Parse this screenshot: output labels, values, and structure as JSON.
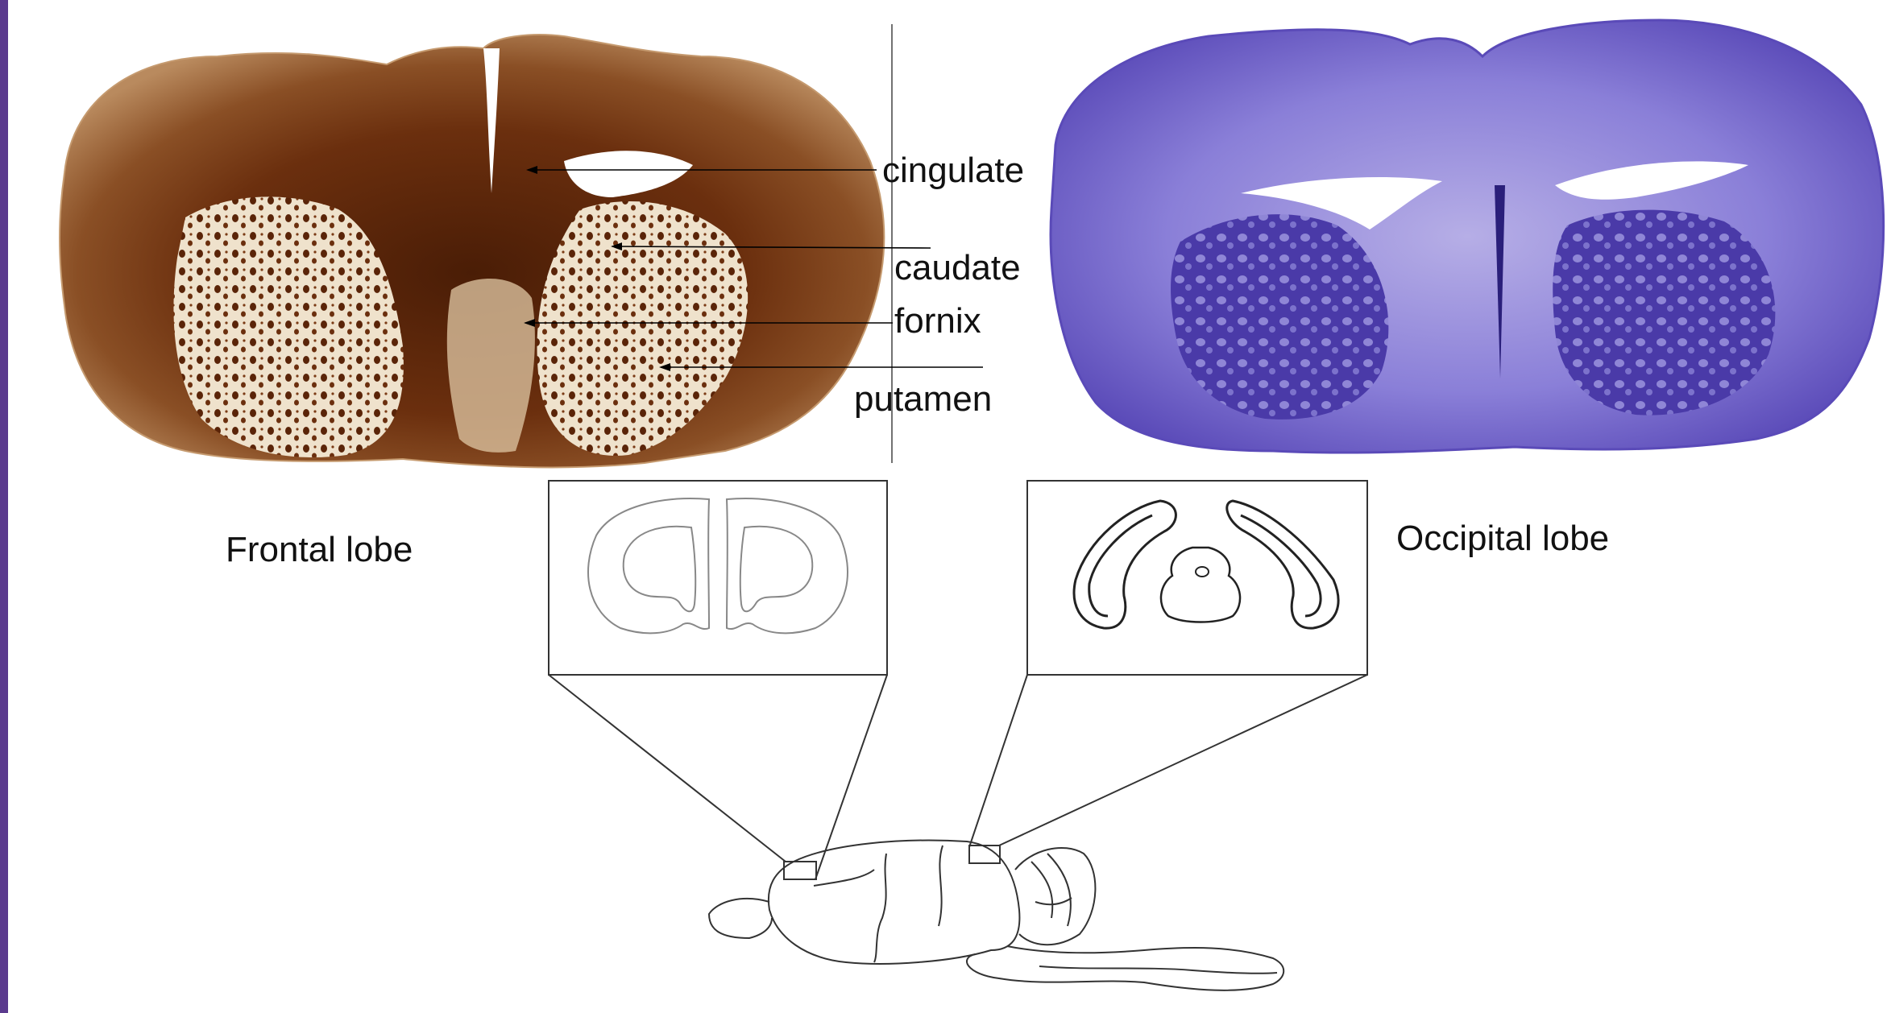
{
  "accent_color": "#5b3a8e",
  "stains": {
    "brown": "#6b2f0e",
    "brown_light": "#e9d8bf",
    "violet": "#5a4ab8",
    "violet_light": "#b6aee6"
  },
  "labels": {
    "cingulate": "cingulate",
    "caudate": "caudate",
    "fornix": "fornix",
    "putamen": "putamen",
    "frontal_lobe": "Frontal lobe",
    "occipital_lobe": "Occipital lobe"
  }
}
